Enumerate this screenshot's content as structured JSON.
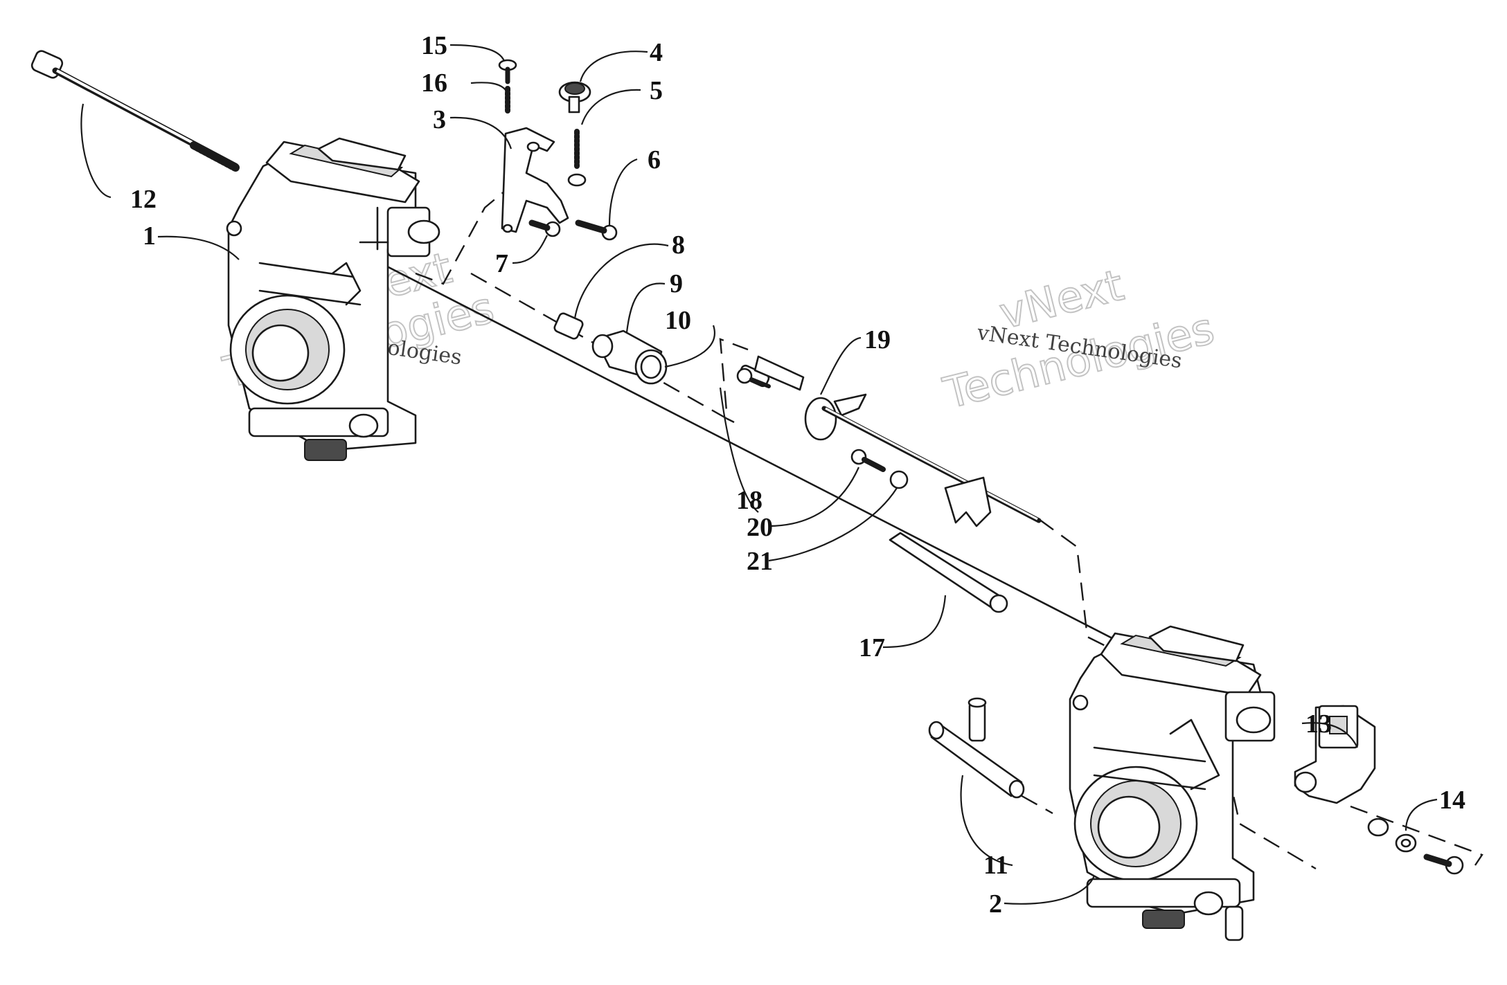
{
  "callouts": [
    {
      "id": "1",
      "label": "1"
    },
    {
      "id": "2",
      "label": "2"
    },
    {
      "id": "3",
      "label": "3"
    },
    {
      "id": "4",
      "label": "4"
    },
    {
      "id": "5",
      "label": "5"
    },
    {
      "id": "6",
      "label": "6"
    },
    {
      "id": "7",
      "label": "7"
    },
    {
      "id": "8",
      "label": "8"
    },
    {
      "id": "9",
      "label": "9"
    },
    {
      "id": "10",
      "label": "10"
    },
    {
      "id": "11",
      "label": "11"
    },
    {
      "id": "12",
      "label": "12"
    },
    {
      "id": "13",
      "label": "13"
    },
    {
      "id": "14",
      "label": "14"
    },
    {
      "id": "15",
      "label": "15"
    },
    {
      "id": "16",
      "label": "16"
    },
    {
      "id": "17",
      "label": "17"
    },
    {
      "id": "18",
      "label": "18"
    },
    {
      "id": "19",
      "label": "19"
    },
    {
      "id": "20",
      "label": "20"
    },
    {
      "id": "21",
      "label": "21"
    }
  ],
  "watermarks": [
    {
      "big_line1": "vNext",
      "big_line2": "Technologies",
      "small": "vNext Technologies"
    },
    {
      "big_line1": "vNext",
      "big_line2": "Technologies",
      "small": "vNext Technologies"
    }
  ]
}
